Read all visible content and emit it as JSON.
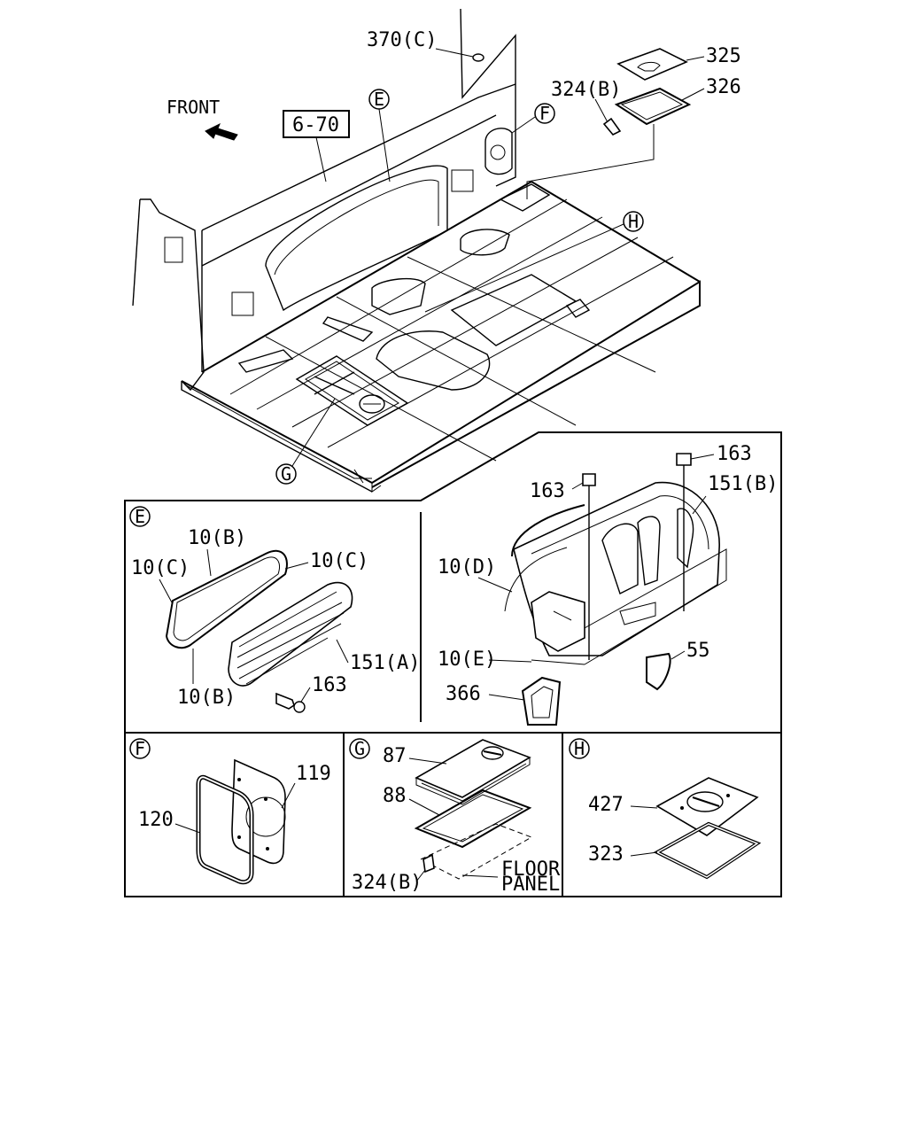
{
  "main": {
    "front_label": "FRONT",
    "ref_box": "6-70",
    "callouts": [
      "370(C)",
      "325",
      "324(B)",
      "326"
    ],
    "markers": [
      "E",
      "F",
      "H",
      "G"
    ]
  },
  "panel_e": {
    "marker": "E",
    "labels": [
      "10(B)",
      "10(C)",
      "10(C)",
      "151(A)",
      "10(B)",
      "163"
    ]
  },
  "panel_right": {
    "labels": [
      "163",
      "163",
      "151(B)",
      "10(D)",
      "55",
      "10(E)",
      "366"
    ]
  },
  "panel_f": {
    "marker": "F",
    "labels": [
      "119",
      "120"
    ]
  },
  "panel_g": {
    "marker": "G",
    "labels": [
      "87",
      "88",
      "324(B)",
      "FLOOR",
      "PANEL"
    ]
  },
  "panel_h": {
    "marker": "H",
    "labels": [
      "427",
      "323"
    ]
  }
}
